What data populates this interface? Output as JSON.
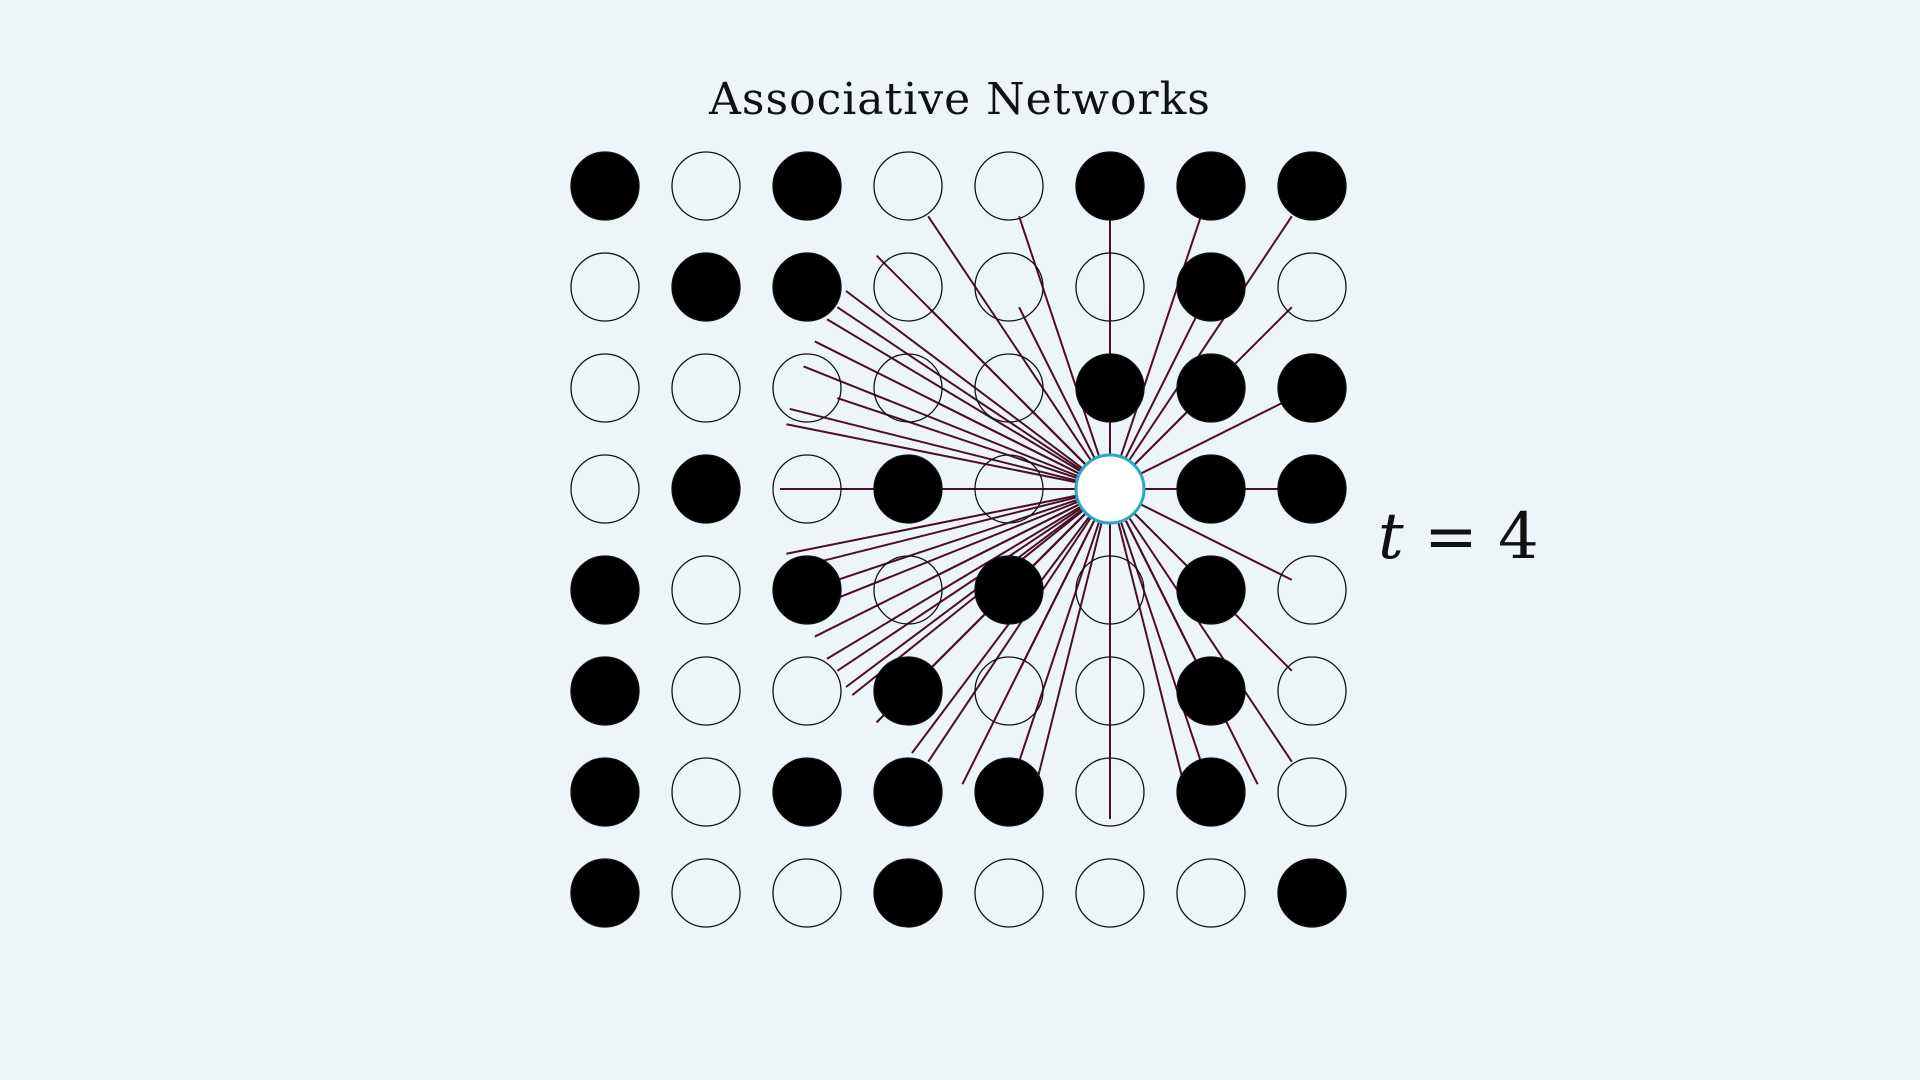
{
  "title": "Associative Networks",
  "time": {
    "variable": "t",
    "equals": "=",
    "value": "4"
  },
  "grid": {
    "rows": 8,
    "cols": 8,
    "states": [
      [
        1,
        0,
        1,
        0,
        0,
        1,
        1,
        1
      ],
      [
        0,
        1,
        1,
        0,
        0,
        0,
        1,
        0
      ],
      [
        0,
        0,
        0,
        0,
        0,
        1,
        1,
        1
      ],
      [
        0,
        1,
        0,
        1,
        0,
        0,
        1,
        1
      ],
      [
        1,
        0,
        1,
        0,
        1,
        0,
        1,
        0
      ],
      [
        1,
        0,
        0,
        1,
        0,
        0,
        1,
        0
      ],
      [
        1,
        0,
        1,
        1,
        1,
        0,
        1,
        0
      ],
      [
        1,
        0,
        0,
        1,
        0,
        0,
        0,
        1
      ]
    ]
  },
  "active_node": {
    "row": 3,
    "col": 5
  },
  "colors": {
    "background": "#edf5f9",
    "on_node": "#000000",
    "off_node": "#ffffff",
    "node_outline": "#111111",
    "connection": "#4a0f25",
    "active_highlight": "#29a9c4"
  }
}
